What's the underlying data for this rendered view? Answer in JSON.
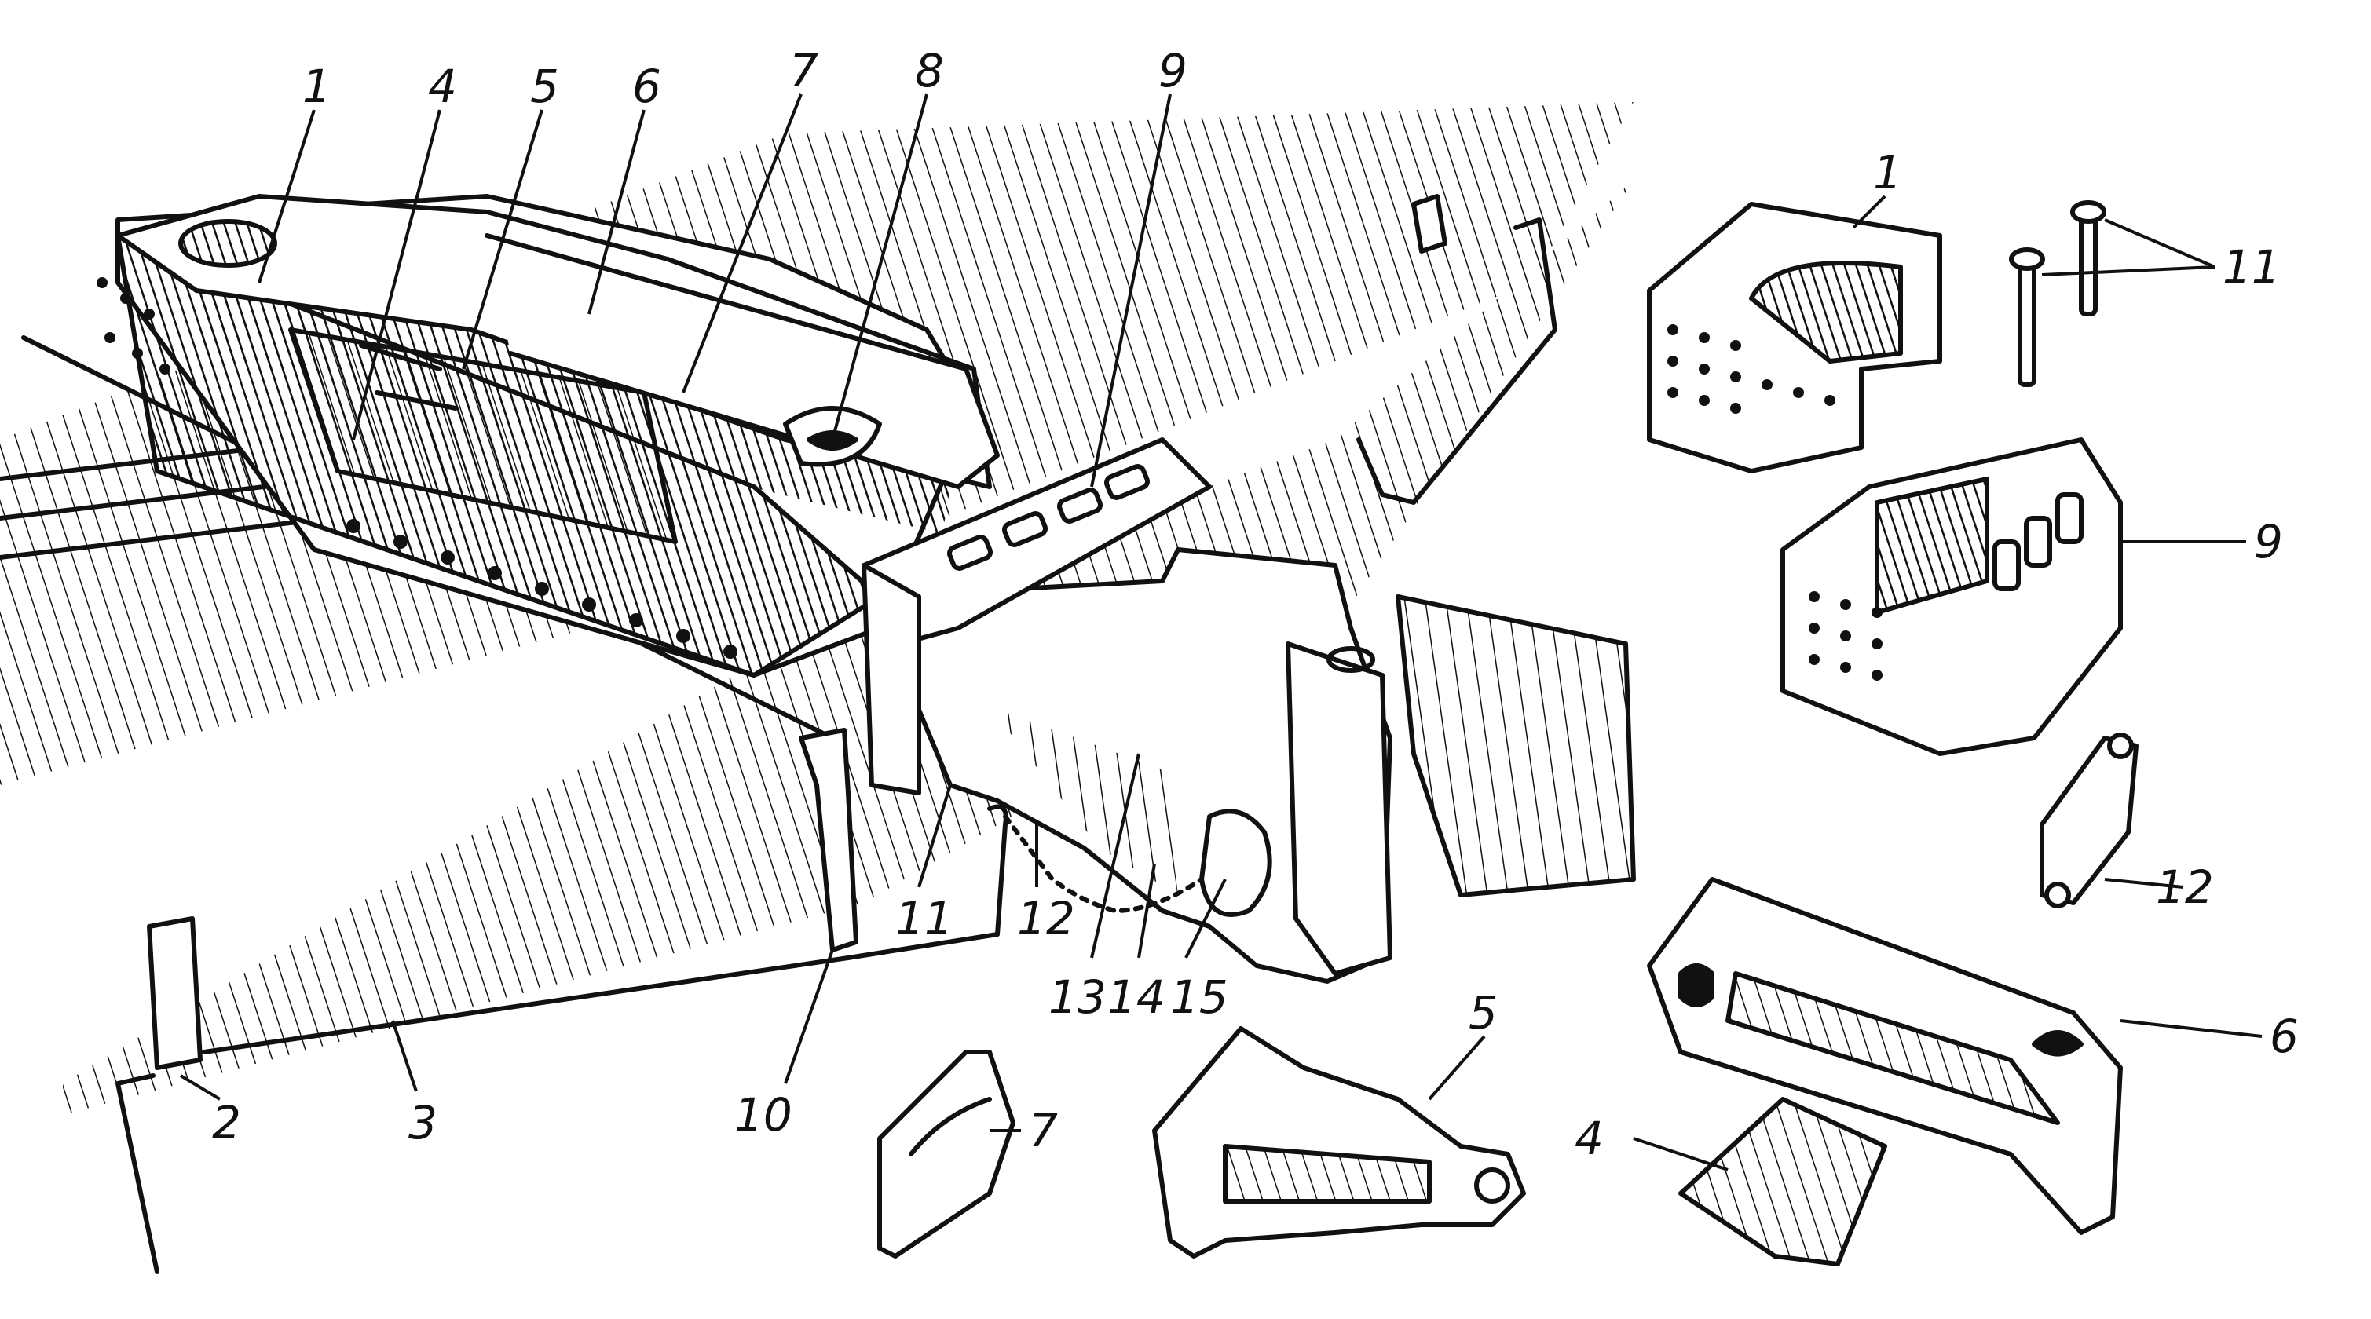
{
  "figure": {
    "labels": {
      "n1": "1",
      "n2": "2",
      "n3": "3",
      "n4": "4",
      "n5": "5",
      "n6": "6",
      "n7": "7",
      "n8": "8",
      "n9": "9",
      "n10": "10",
      "n11": "11",
      "n12": "12",
      "n13": "13",
      "n14": "14",
      "n15": "15"
    },
    "colors": {
      "ink": "#111111",
      "paper": "#ffffff"
    }
  }
}
